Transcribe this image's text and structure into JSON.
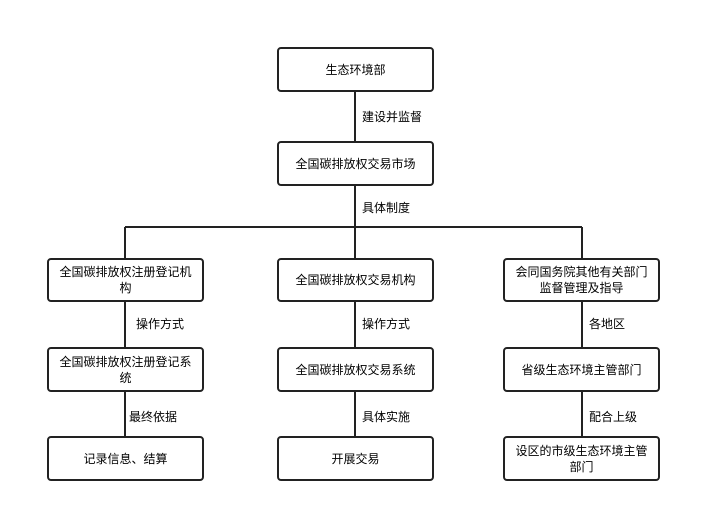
{
  "nodes": {
    "ministry": "生态环境部",
    "market": "全国碳排放权交易市场",
    "registry_org": "全国碳排放权注册登记机构",
    "trading_org": "全国碳排放权交易机构",
    "state_council": "会同国务院其他有关部门监督管理及指导",
    "registry_sys": "全国碳排放权注册登记系统",
    "trading_sys": "全国碳排放权交易系统",
    "provincial": "省级生态环境主管部门",
    "record": "记录信息、结算",
    "trade": "开展交易",
    "city": "设区的市级生态环境主管部门"
  },
  "edges": {
    "supervise": "建设并监督",
    "system": "具体制度",
    "operate_left": "操作方式",
    "operate_mid": "操作方式",
    "regions": "各地区",
    "basis": "最终依据",
    "implement": "具体实施",
    "cooperate": "配合上级"
  }
}
